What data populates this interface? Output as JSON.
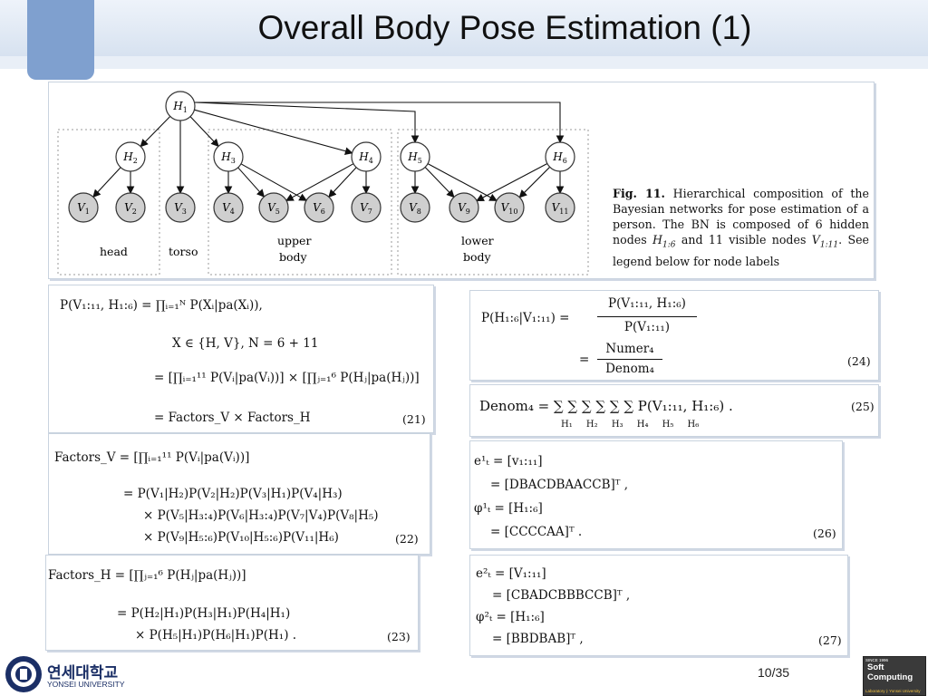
{
  "slide": {
    "title": "Overall Body Pose Estimation (1)",
    "page": "10/35"
  },
  "figure": {
    "nodes_hidden": [
      "H",
      "H",
      "H",
      "H",
      "H",
      "H"
    ],
    "hidden_subs": [
      "1",
      "2",
      "3",
      "4",
      "5",
      "6"
    ],
    "nodes_visible": [
      "V",
      "V",
      "V",
      "V",
      "V",
      "V",
      "V",
      "V",
      "V",
      "V",
      "V"
    ],
    "visible_subs": [
      "1",
      "2",
      "3",
      "4",
      "5",
      "6",
      "7",
      "8",
      "9",
      "10",
      "11"
    ],
    "group_labels": {
      "head": "head",
      "torso": "torso",
      "upper1": "upper",
      "upper2": "body",
      "lower1": "lower",
      "lower2": "body"
    },
    "caption": {
      "label": "Fig. 11.",
      "text": "Hierarchical composition of the Bayesian networks for pose estimation of a person. The BN is composed of 6 hidden nodes",
      "h_sym": "H",
      "h_sub": "1:6",
      "mid": "and 11 visible nodes",
      "v_sym": "V",
      "v_sub": "1:11",
      "end": ". See legend below for node labels"
    }
  },
  "equations": {
    "eq21": {
      "num": "(21)",
      "l1": "P(V₁:₁₁, H₁:₆) = ∏ᵢ₌₁ᴺ P(Xᵢ|pa(Xᵢ)),",
      "l2": "X ∈ {H, V}, N = 6 + 11",
      "l3": "= [∏ᵢ₌₁¹¹ P(Vᵢ|pa(Vᵢ))] × [∏ⱼ₌₁⁶ P(Hⱼ|pa(Hⱼ))]",
      "l4": "= Factors_V × Factors_H"
    },
    "eq22": {
      "num": "(22)",
      "l1": "Factors_V = [∏ᵢ₌₁¹¹ P(Vᵢ|pa(Vᵢ))]",
      "l2": "= P(V₁|H₂)P(V₂|H₂)P(V₃|H₁)P(V₄|H₃)",
      "l3": "× P(V₅|H₃:₄)P(V₆|H₃:₄)P(V₇|V₄)P(V₈|H₅)",
      "l4": "× P(V₉|H₅:₆)P(V₁₀|H₅:₆)P(V₁₁|H₆)"
    },
    "eq23": {
      "num": "(23)",
      "l1": "Factors_H = [∏ⱼ₌₁⁶ P(Hⱼ|pa(Hⱼ))]",
      "l2": "= P(H₂|H₁)P(H₃|H₁)P(H₄|H₁)",
      "l3": "× P(H₅|H₁)P(H₆|H₁)P(H₁) ."
    },
    "eq24": {
      "num": "(24)",
      "l1": "P(H₁:₆|V₁:₁₁) =",
      "frac1_top": "P(V₁:₁₁, H₁:₆)",
      "frac1_bot": "P(V₁:₁₁)",
      "frac2_top": "Numer₄",
      "frac2_bot": "Denom₄"
    },
    "eq25": {
      "num": "(25)",
      "l1": "Denom₄ = ∑ ∑ ∑ ∑ ∑ ∑ P(V₁:₁₁, H₁:₆) .",
      "subs": "H₁ H₂ H₃ H₄ H₅ H₆"
    },
    "eq26": {
      "num": "(26)",
      "l1": "e¹ₜ = [v₁:₁₁]",
      "l2": "= [DBACDBAACCB]ᵀ ,",
      "l3": "φ¹ₜ = [H₁:₆]",
      "l4": "= [CCCCAA]ᵀ ."
    },
    "eq27": {
      "num": "(27)",
      "l1": "e²ₜ = [V₁:₁₁]",
      "l2": "= [CBADCBBBCCB]ᵀ ,",
      "l3": "φ²ₜ = [H₁:₆]",
      "l4": "= [BBDBAB]ᵀ ,"
    }
  },
  "footer": {
    "univ_kr": "연세대학교",
    "univ_en": "YONSEI UNIVERSITY",
    "logo_line1": "Soft",
    "logo_line2": "Computing",
    "logo_since": "SINCE 1996",
    "logo_sub": "Laboratory ∤ Yonsei University"
  },
  "colors": {
    "header_tab": "#7fa0cf",
    "node_fill_visible": "#cfcfcf",
    "node_fill_hidden": "#ffffff"
  }
}
